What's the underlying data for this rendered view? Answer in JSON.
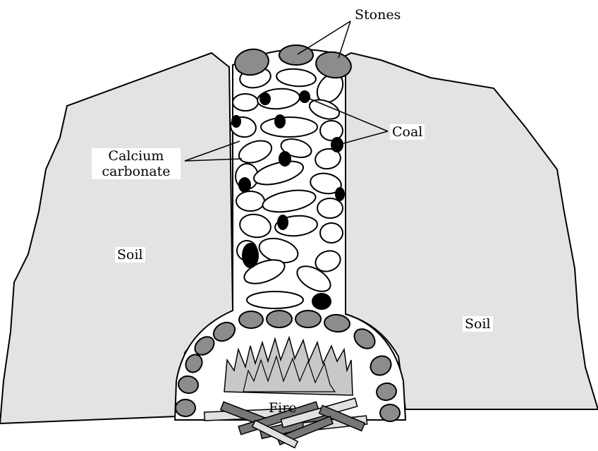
{
  "labels": {
    "stones": "Stones",
    "coal": "Coal",
    "calcium_line1": "Calcium",
    "calcium_line2": "carbonate",
    "soil_left": "Soil",
    "soil_right": "Soil",
    "fire": "Fire"
  },
  "colors": {
    "soil": "#e3e3e3",
    "stone": "#8c8c8c",
    "coal": "#000000",
    "limestone": "#ffffff",
    "flame": "#c8c8c8",
    "wood_light": "#e0e0e0",
    "wood_dark": "#777777",
    "outline": "#000000"
  }
}
